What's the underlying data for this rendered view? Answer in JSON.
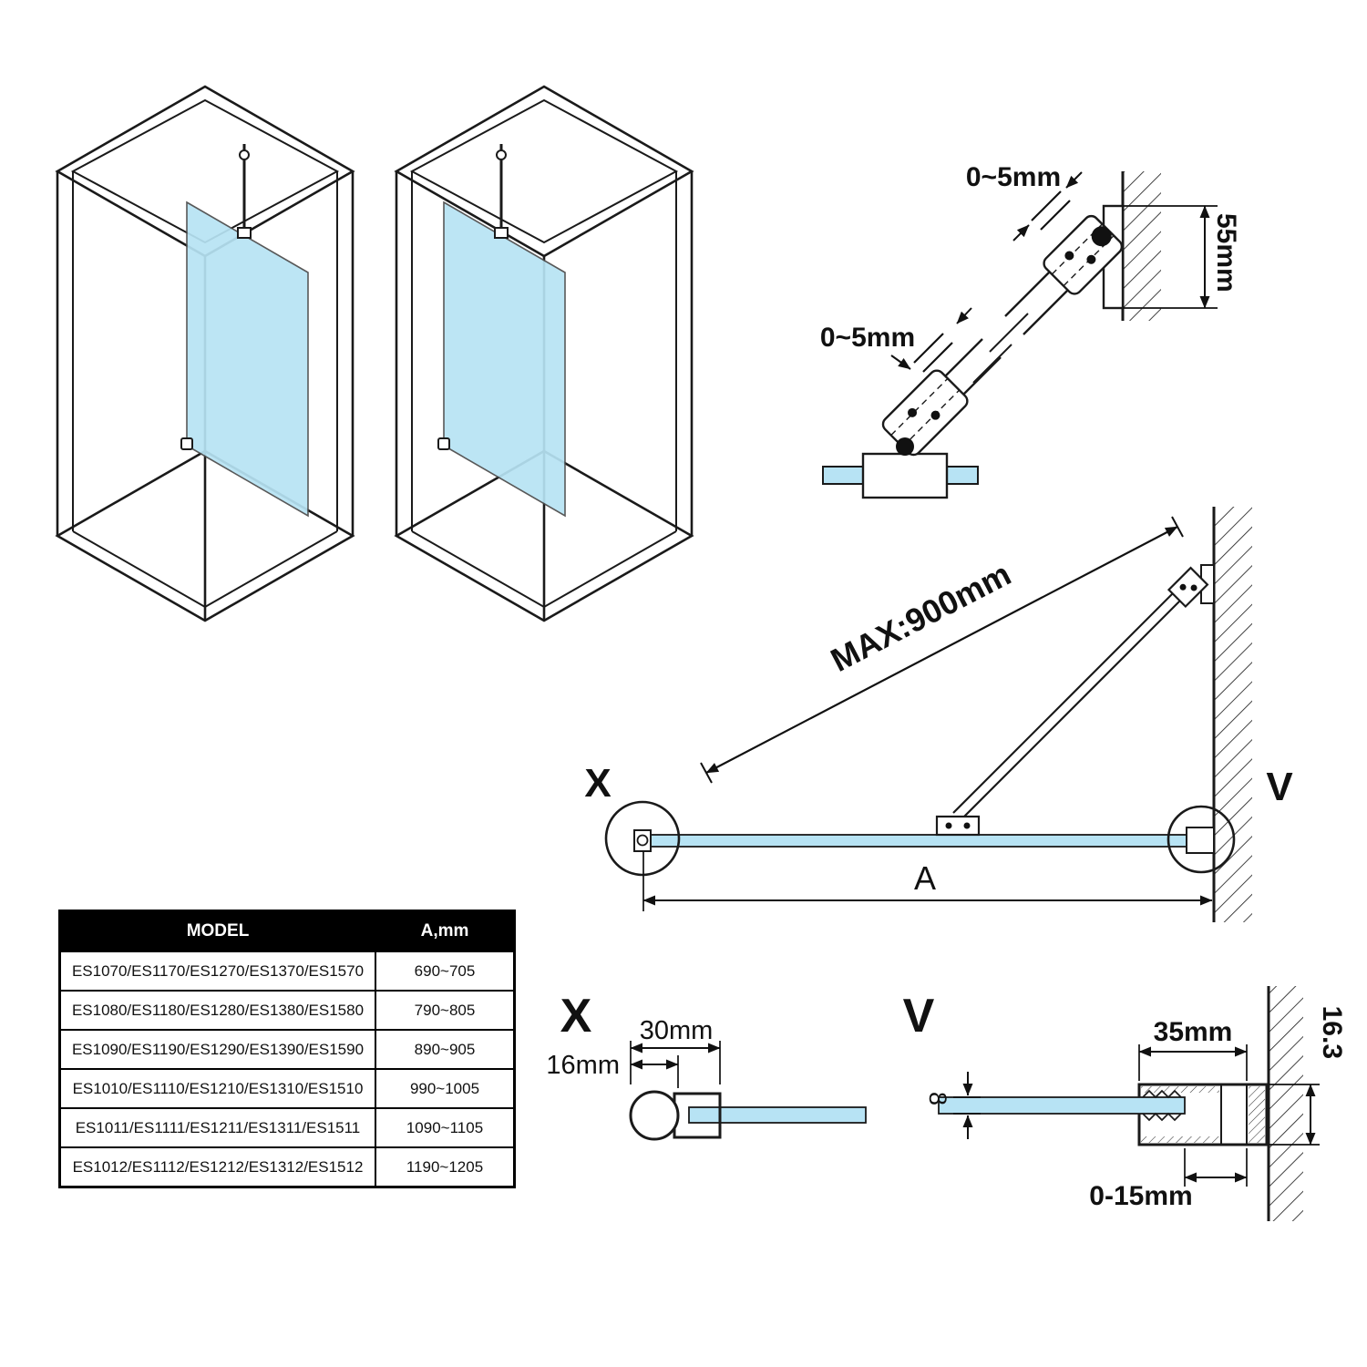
{
  "colors": {
    "glass": "#b7e3f4",
    "line": "#1a1a1a",
    "table_header_bg": "#000000",
    "table_header_text": "#ffffff"
  },
  "bracket_detail": {
    "gap_top": "0~5mm",
    "gap_mid": "0~5mm",
    "wall_plate_height": "55mm"
  },
  "plan_view": {
    "max_length": "MAX:900mm",
    "callout_x": "X",
    "callout_v": "V",
    "width_label": "A"
  },
  "detail_x": {
    "title": "X",
    "overall_width": "30mm",
    "post_width": "16mm"
  },
  "detail_v": {
    "title": "V",
    "profile_width": "35mm",
    "profile_height": "16.3",
    "glass_thickness": "8",
    "adjustment_range": "0-15mm"
  },
  "table": {
    "headers": [
      "MODEL",
      "A,mm"
    ],
    "rows": [
      {
        "model": "ES1070/ES1170/ES1270/ES1370/ES1570",
        "a": "690~705"
      },
      {
        "model": "ES1080/ES1180/ES1280/ES1380/ES1580",
        "a": "790~805"
      },
      {
        "model": "ES1090/ES1190/ES1290/ES1390/ES1590",
        "a": "890~905"
      },
      {
        "model": "ES1010/ES1110/ES1210/ES1310/ES1510",
        "a": "990~1005"
      },
      {
        "model": "ES1011/ES1111/ES1211/ES1311/ES1511",
        "a": "1090~1105"
      },
      {
        "model": "ES1012/ES1112/ES1212/ES1312/ES1512",
        "a": "1190~1205"
      }
    ]
  }
}
